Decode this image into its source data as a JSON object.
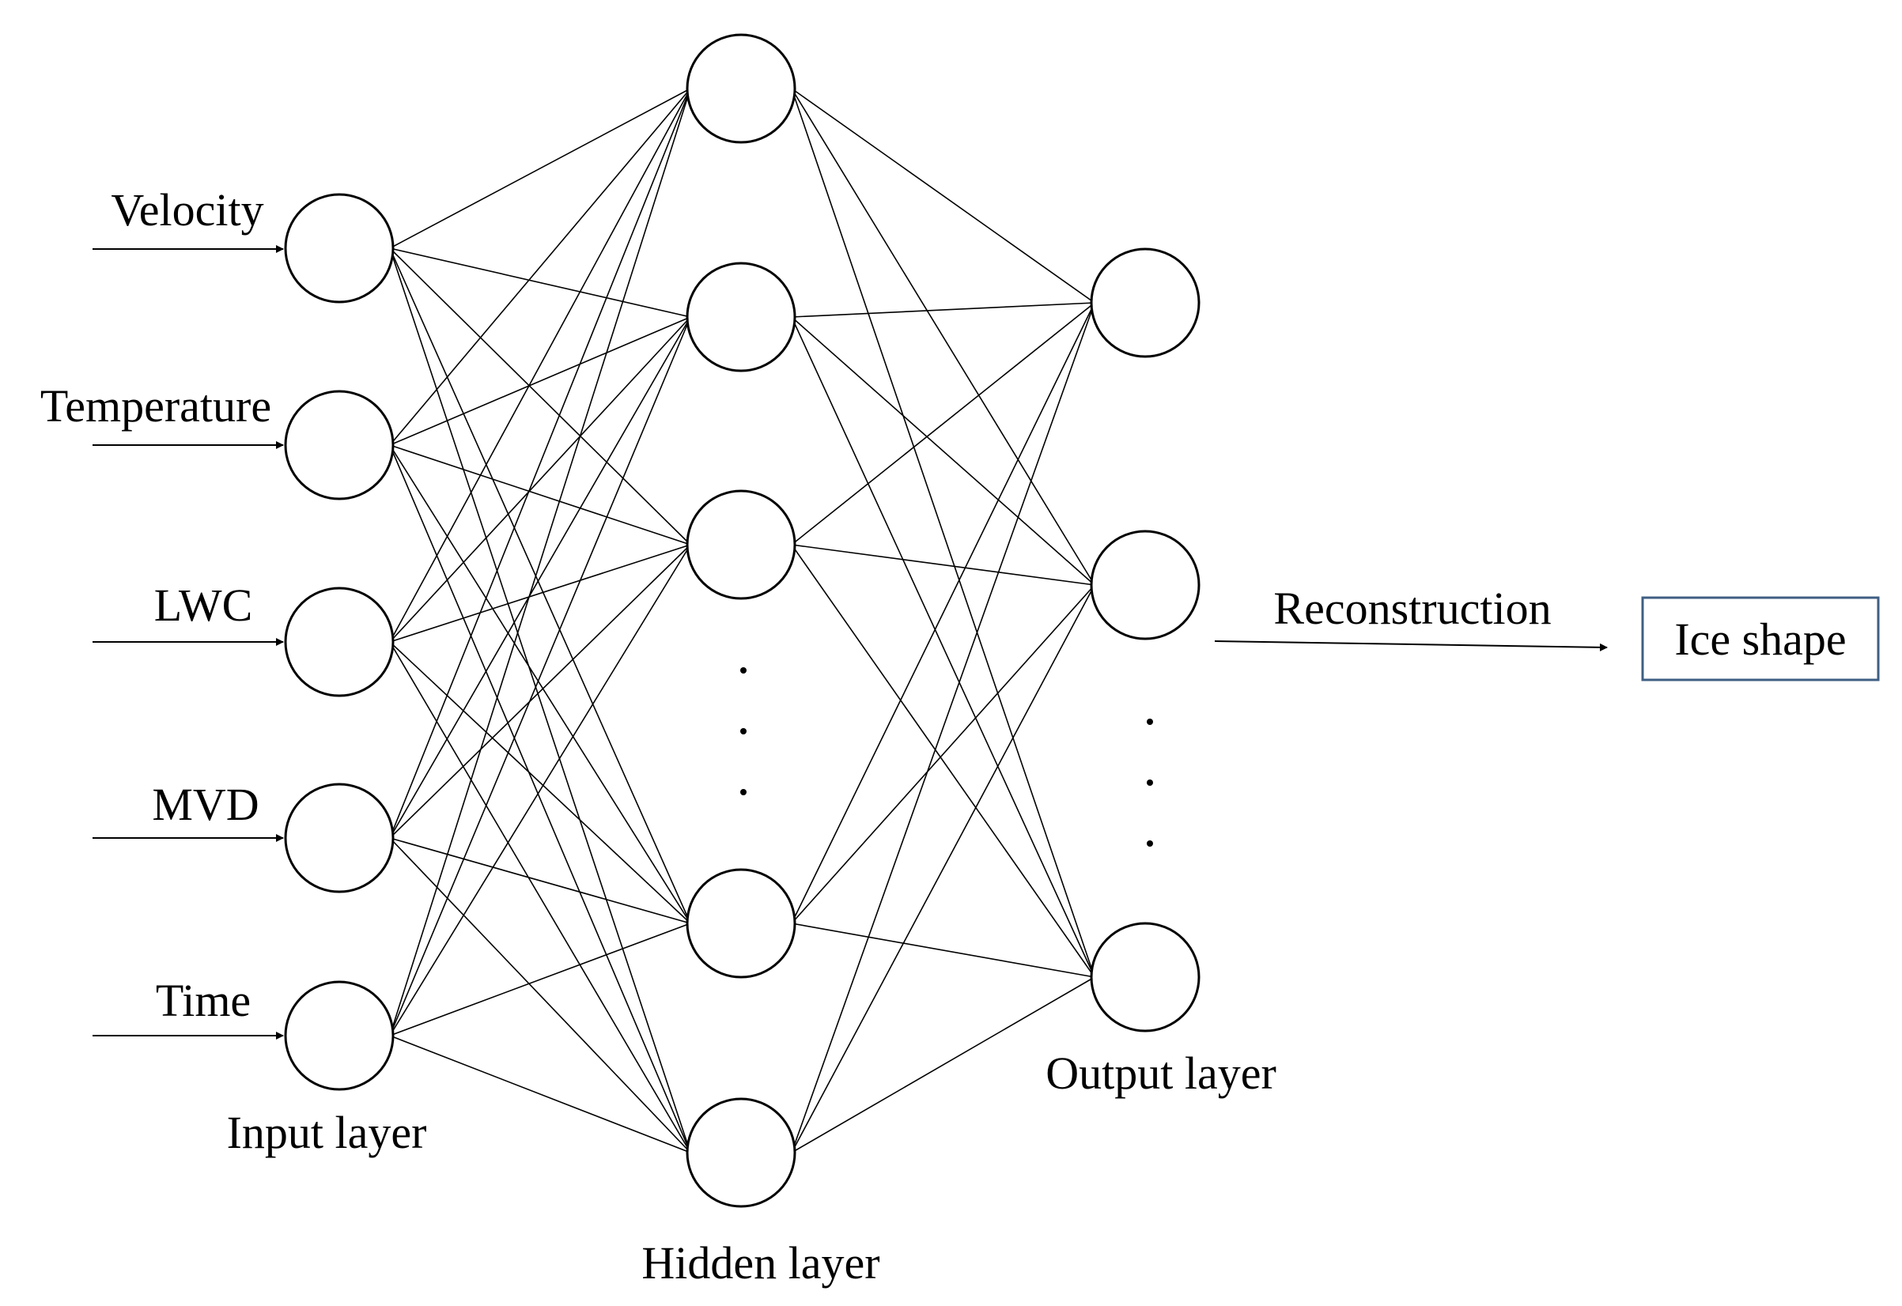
{
  "inputs": [
    "Velocity",
    "Temperature",
    "LWC",
    "MVD",
    "Time"
  ],
  "layer_labels": {
    "input": "Input layer",
    "hidden": "Hidden layer",
    "output": "Output layer"
  },
  "reconstruction_label": "Reconstruction",
  "result_box": {
    "label": "Ice shape",
    "border_color": "#3f5f83"
  },
  "colors": {
    "stroke": "#000000",
    "background": "#ffffff"
  }
}
